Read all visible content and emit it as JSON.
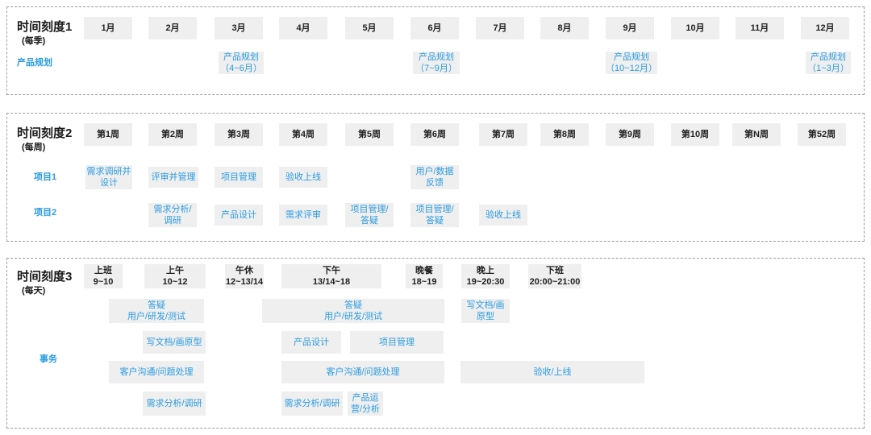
{
  "scale1": {
    "title": "时间刻度1",
    "subtitle": "(每季)",
    "row_label": "产品规划",
    "months": [
      "1月",
      "2月",
      "3月",
      "4月",
      "5月",
      "6月",
      "7月",
      "8月",
      "9月",
      "10月",
      "11月",
      "12月"
    ],
    "plans": [
      [
        "产品规划",
        "（4~6月）"
      ],
      [
        "产品规划",
        "（7~9月）"
      ],
      [
        "产品规划",
        "（10~12月）"
      ],
      [
        "产品规划",
        "（1~3月）"
      ]
    ]
  },
  "scale2": {
    "title": "时间刻度2",
    "subtitle": "(每周)",
    "weeks": [
      "第1周",
      "第2周",
      "第3周",
      "第4周",
      "第5周",
      "第6周",
      "第7周",
      "第8周",
      "第9周",
      "第10周",
      "第N周",
      "第52周"
    ],
    "project1": {
      "label": "项目1",
      "tasks": [
        [
          "需求调研并",
          "设计"
        ],
        [
          "评审并管理"
        ],
        [
          "项目管理"
        ],
        [
          "验收上线"
        ],
        [
          "用户/数据",
          "反馈"
        ]
      ]
    },
    "project2": {
      "label": "项目2",
      "tasks": [
        [
          "需求分析/",
          "调研"
        ],
        [
          "产品设计"
        ],
        [
          "需求评审"
        ],
        [
          "项目管理/",
          "答疑"
        ],
        [
          "项目管理/",
          "答疑"
        ],
        [
          "验收上线"
        ]
      ]
    }
  },
  "scale3": {
    "title": "时间刻度3",
    "subtitle": "(每天)",
    "row_label": "事务",
    "periods": [
      [
        "上班",
        "9~10"
      ],
      [
        "上午",
        "10~12"
      ],
      [
        "午休",
        "12~13/14"
      ],
      [
        "下午",
        "13/14~18"
      ],
      [
        "晚餐",
        "18~19"
      ],
      [
        "晚上",
        "19~20:30"
      ],
      [
        "下班",
        "20:00~21:00"
      ]
    ],
    "tasks": [
      [
        "答疑",
        "用户/研发/测试"
      ],
      [
        "答疑",
        "用户/研发/测试"
      ],
      [
        "写文档/画",
        "原型"
      ],
      [
        "写文档/画原型"
      ],
      [
        "产品设计"
      ],
      [
        "项目管理"
      ],
      [
        "客户沟通/问题处理"
      ],
      [
        "客户沟通/问题处理"
      ],
      [
        "验收/上线"
      ],
      [
        "需求分析/调研"
      ],
      [
        "需求分析/调研"
      ],
      [
        "产品运",
        "营/分析"
      ]
    ]
  },
  "colors": {
    "accent": "#2a9be0",
    "cell_bg": "#efefef",
    "border": "#9c9c9c"
  }
}
